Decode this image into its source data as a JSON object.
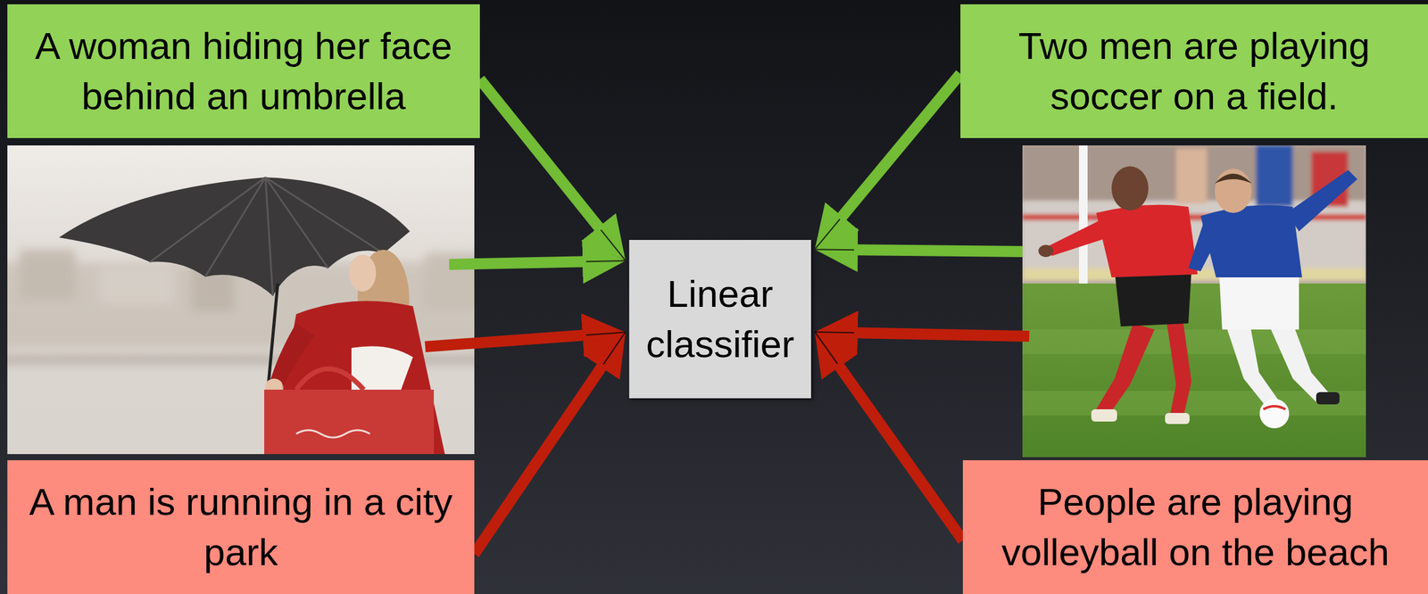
{
  "diagram": {
    "nodes": [
      {
        "text": [
          "A woman hiding her face behind an umbrella"
        ]
      },
      {
        "text": [
          "Two men are playing soccer on a field."
        ]
      },
      {
        "text": [
          "Linear classifier"
        ]
      },
      {
        "text": [
          "A man is running in a city park"
        ]
      },
      {
        "text": [
          "People are playing volleyball on the beach"
        ]
      }
    ],
    "edges": [
      {
        "from": 0,
        "to": 2,
        "arrow": "to"
      },
      {
        "from": 1,
        "to": 2,
        "arrow": "to"
      },
      {
        "from": 3,
        "to": 2,
        "arrow": "to"
      },
      {
        "from": 4,
        "to": 2,
        "arrow": "to"
      }
    ]
  }
}
